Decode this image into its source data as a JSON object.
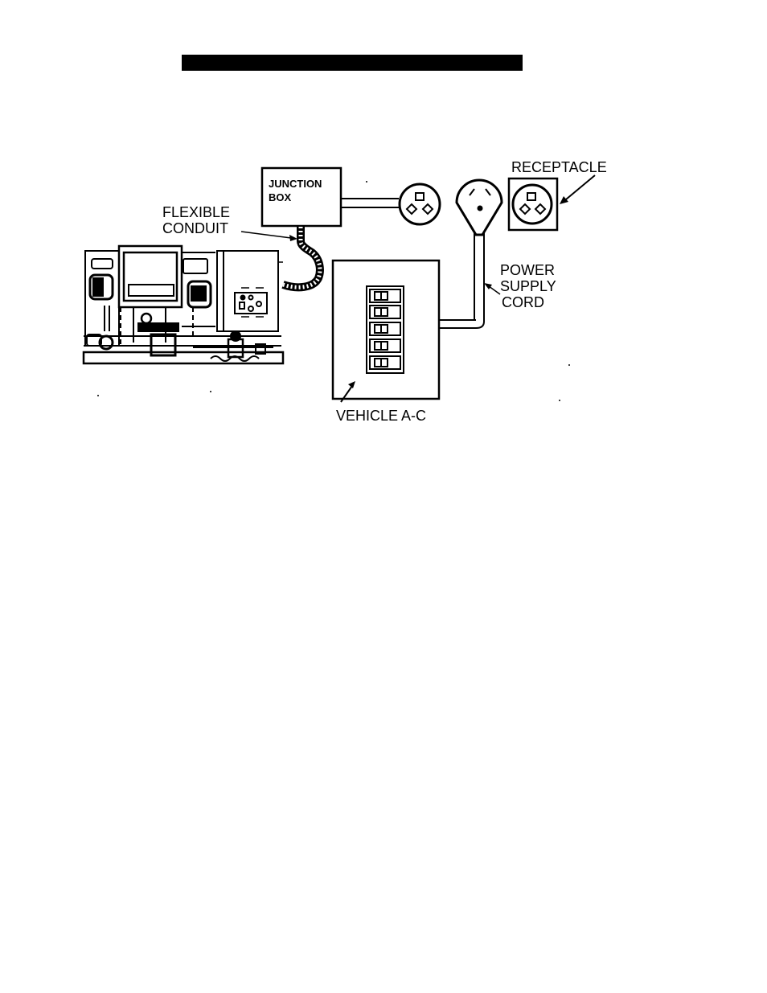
{
  "labels": {
    "junction_box_line1": "JUNCTION",
    "junction_box_line2": "BOX",
    "flexible_conduit_line1": "FLEXIBLE",
    "flexible_conduit_line2": "CONDUIT",
    "receptacle": "RECEPTACLE",
    "power_supply_cord_line1": "POWER",
    "power_supply_cord_line2": "SUPPLY",
    "power_supply_cord_line3": "CORD",
    "vehicle_ac": "VEHICLE A-C"
  },
  "colors": {
    "ink": "#000000",
    "paper": "#ffffff",
    "title_bar": "#000000"
  }
}
